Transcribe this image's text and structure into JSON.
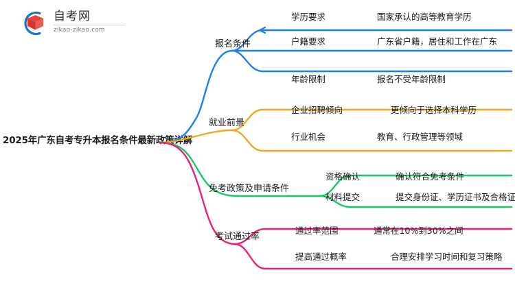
{
  "brand": {
    "name_cn": "自考网",
    "url": "zikao-zikao.com",
    "mark_arc_color": "#1b72c4",
    "mark_cap_color": "#e8403a"
  },
  "root": {
    "title": "2025年广东自考专升本报名条件最新政策详解"
  },
  "colors": {
    "blue": "#1f7fe8",
    "orange": "#F0A623",
    "green": "#18C963",
    "pink": "#EE1D78"
  },
  "branches": [
    {
      "label": "报名条件",
      "color": "#1f7fe8",
      "children": [
        {
          "label": "学历要求",
          "detail": "国家承认的高等教育学历"
        },
        {
          "label": "户籍要求",
          "detail": "广东省户籍，居住和工作在广东"
        },
        {
          "label": "年龄限制",
          "detail": "报名不受年龄限制"
        }
      ]
    },
    {
      "label": "就业前景",
      "color": "#F0A623",
      "children": [
        {
          "label": "企业招聘倾向",
          "detail": "更倾向于选择本科学历"
        },
        {
          "label": "行业机会",
          "detail": "教育、行政管理等领域"
        }
      ]
    },
    {
      "label": "免考政策及申请条件",
      "color": "#18C963",
      "children": [
        {
          "label": "资格确认",
          "detail": "确认符合免考条件"
        },
        {
          "label": "材料提交",
          "detail": "提交身份证、学历证书及合格证明"
        }
      ]
    },
    {
      "label": "考试通过率",
      "color": "#EE1D78",
      "children": [
        {
          "label": "通过率范围",
          "detail": "通常在10%到30%之间"
        },
        {
          "label": "提高通过概率",
          "detail": "合理安排学习时间和复习策略"
        }
      ]
    }
  ]
}
